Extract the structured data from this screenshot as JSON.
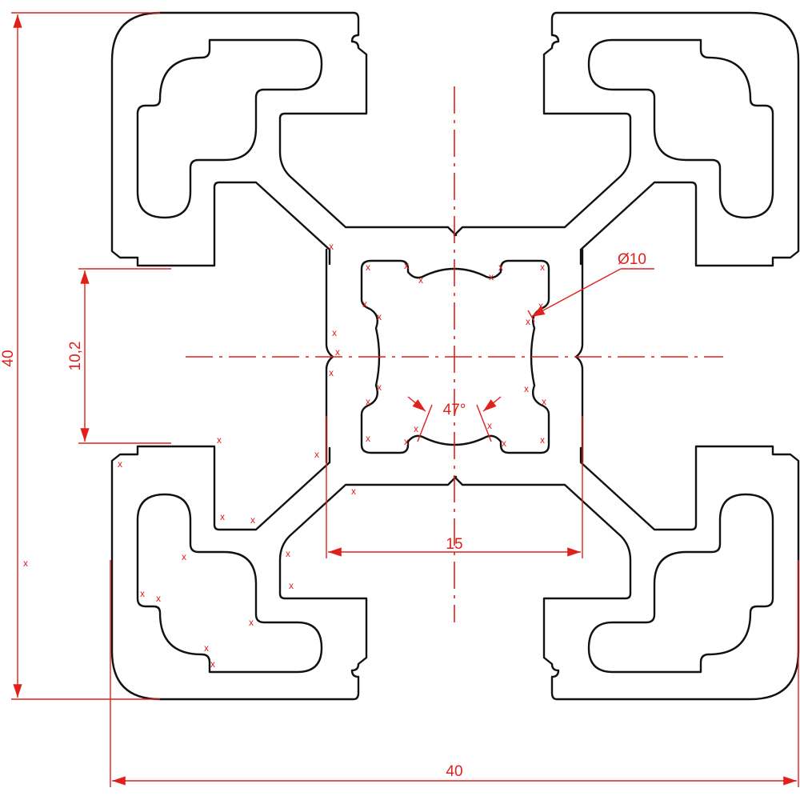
{
  "dimensions": {
    "overall_height": "40",
    "overall_width": "40",
    "slot_width": "10,2",
    "core_width": "15",
    "bore_diameter": "Ø10",
    "bore_angle": "47°"
  },
  "marker_glyph": "x",
  "colors": {
    "outline": "#111111",
    "dimension": "#e0201b",
    "background": "#ffffff"
  }
}
